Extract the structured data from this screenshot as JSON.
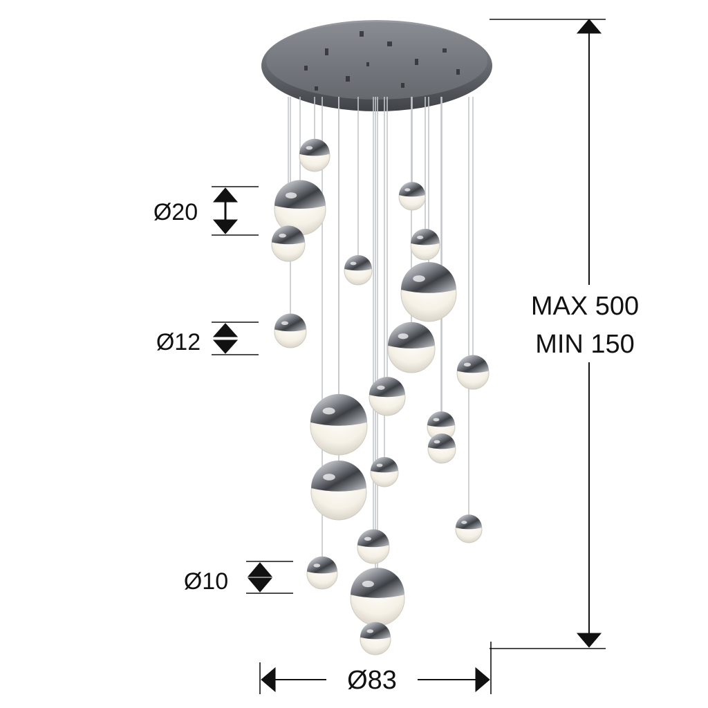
{
  "dimensions": {
    "diameter_large": "Ø20",
    "diameter_medium": "Ø12",
    "diameter_small": "Ø10",
    "height_max": "MAX 500",
    "height_min": "MIN 150",
    "canopy_diameter": "Ø83"
  },
  "colors": {
    "chrome_dark": "#4a4d52",
    "chrome_light": "#e8eaed",
    "glow": "#fbf7ee",
    "line": "#111111"
  }
}
